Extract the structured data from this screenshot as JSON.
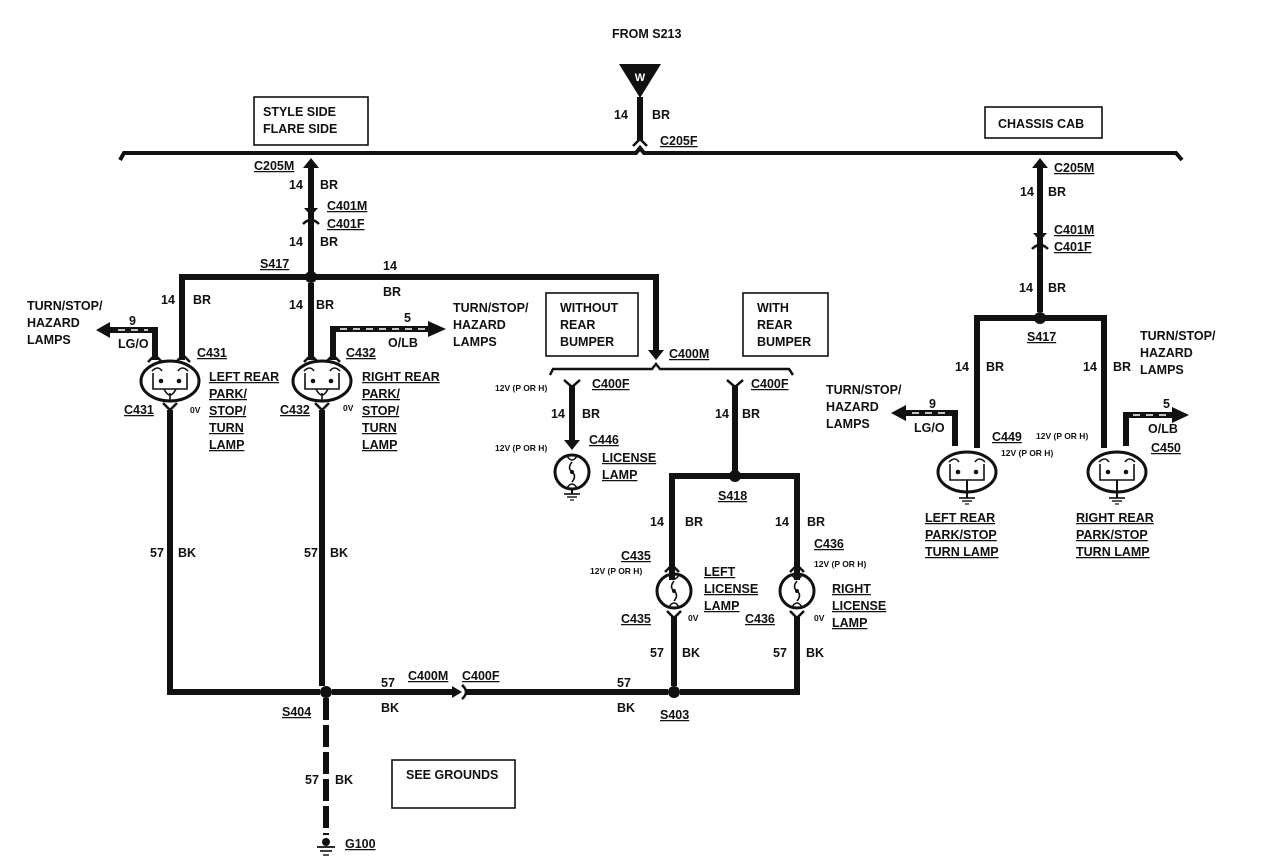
{
  "header": {
    "source": "FROM S213",
    "source_symbol_letter": "W",
    "feed_gauge": "14",
    "feed_color": "BR",
    "feed_connector": "C205F"
  },
  "variant_boxes": {
    "style_side": [
      "STYLE SIDE",
      "FLARE SIDE"
    ],
    "chassis_cab": "CHASSIS CAB",
    "without_rear_bumper": [
      "WITHOUT",
      "REAR",
      "BUMPER"
    ],
    "with_rear_bumper": [
      "WITH",
      "REAR",
      "BUMPER"
    ],
    "see_grounds": "SEE GROUNDS"
  },
  "style_side": {
    "c205m": "C205M",
    "c401m": "C401M",
    "c401f": "C401F",
    "splice": "S417",
    "wire_gauge": "14",
    "wire_color": "BR",
    "left_lamp": {
      "connector_top": "C431",
      "connector_bottom": "C431",
      "signal_gauge": "9",
      "signal_color": "LG/O",
      "signal_dest": [
        "TURN/STOP/",
        "HAZARD",
        "LAMPS"
      ],
      "voltage": "0V",
      "name": [
        "LEFT REAR",
        "PARK/",
        "STOP/",
        "TURN",
        "LAMP"
      ]
    },
    "right_lamp": {
      "connector_top": "C432",
      "connector_bottom": "C432",
      "signal_gauge": "5",
      "signal_color": "O/LB",
      "signal_dest": [
        "TURN/STOP/",
        "HAZARD",
        "LAMPS"
      ],
      "voltage": "0V",
      "name": [
        "RIGHT REAR",
        "PARK/",
        "STOP/",
        "TURN",
        "LAMP"
      ]
    },
    "ground_gauge": "57",
    "ground_color": "BK"
  },
  "license": {
    "c400m": "C400M",
    "c400f": "C400F",
    "voltage_label": "12V (P OR H)",
    "single_lamp": {
      "connector": "C446",
      "name": [
        "LICENSE",
        "LAMP"
      ]
    },
    "splice": "S418",
    "left_lamp": {
      "connector_top": "C435",
      "connector_bottom": "C435",
      "voltage": "0V",
      "name": [
        "LEFT",
        "LICENSE",
        "LAMP"
      ]
    },
    "right_lamp": {
      "connector_top": "C436",
      "connector_bottom": "C436",
      "voltage": "0V",
      "name": [
        "RIGHT",
        "LICENSE",
        "LAMP"
      ]
    }
  },
  "ground": {
    "splice_main": "S404",
    "splice_license": "S403",
    "gauge": "57",
    "color": "BK",
    "ground_point": "G100",
    "c400m": "C400M",
    "c400f": "C400F"
  },
  "chassis_cab": {
    "c205m": "C205M",
    "c401m": "C401M",
    "c401f": "C401F",
    "splice": "S417",
    "wire_gauge": "14",
    "wire_color": "BR",
    "voltage_label": "12V (P OR H)",
    "left_lamp": {
      "connector": "C449",
      "signal_gauge": "9",
      "signal_color": "LG/O",
      "signal_dest": [
        "TURN/STOP/",
        "HAZARD",
        "LAMPS"
      ],
      "name": [
        "LEFT REAR",
        "PARK/STOP",
        "TURN LAMP"
      ]
    },
    "right_lamp": {
      "connector": "C450",
      "signal_gauge": "5",
      "signal_color": "O/LB",
      "signal_dest": [
        "TURN/STOP/",
        "HAZARD",
        "LAMPS"
      ],
      "name": [
        "RIGHT REAR",
        "PARK/STOP",
        "TURN LAMP"
      ]
    }
  }
}
